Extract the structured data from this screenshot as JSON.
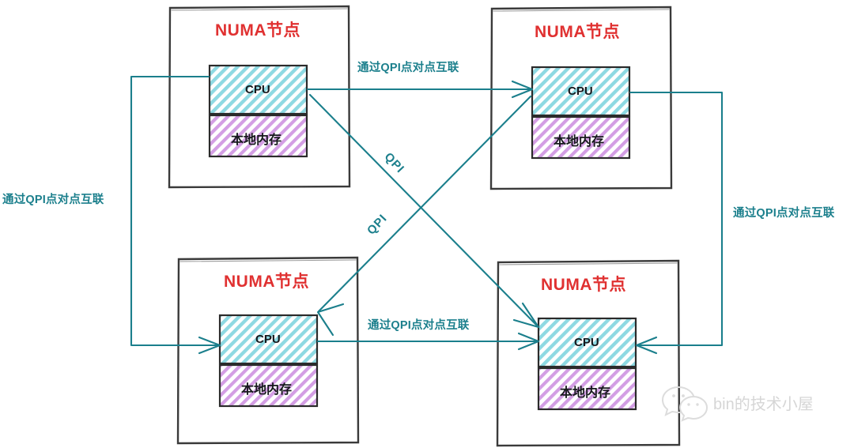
{
  "diagram": {
    "title_text": "NUMA节点",
    "cpu_label": "CPU",
    "memory_label": "本地内存",
    "qpi_short": "QPI",
    "qpi_long": "通过QPI点对点互联",
    "colors": {
      "node_title": "#e03131",
      "cpu_fill": "#7fd5dd",
      "memory_fill": "#c77fd8",
      "link": "#1b7f8c",
      "box_stroke": "#3a3a3a",
      "watermark": "#d6d6d6"
    },
    "nodes": [
      {
        "id": "node-top-left",
        "title": "NUMA节点",
        "cpu": "CPU",
        "memory": "本地内存"
      },
      {
        "id": "node-top-right",
        "title": "NUMA节点",
        "cpu": "CPU",
        "memory": "本地内存"
      },
      {
        "id": "node-bottom-left",
        "title": "NUMA节点",
        "cpu": "CPU",
        "memory": "本地内存"
      },
      {
        "id": "node-bottom-right",
        "title": "NUMA节点",
        "cpu": "CPU",
        "memory": "本地内存"
      }
    ],
    "links": [
      {
        "id": "link-top",
        "label": "通过QPI点对点互联",
        "from": "node-top-left",
        "to": "node-top-right"
      },
      {
        "id": "link-bottom",
        "label": "通过QPI点对点互联",
        "from": "node-bottom-left",
        "to": "node-bottom-right"
      },
      {
        "id": "link-left",
        "label": "通过QPI点对点互联",
        "from": "node-top-left",
        "to": "node-bottom-left"
      },
      {
        "id": "link-right",
        "label": "通过QPI点对点互联",
        "from": "node-top-right",
        "to": "node-bottom-right"
      },
      {
        "id": "link-diagonal-down",
        "label": "QPI",
        "from": "node-top-left",
        "to": "node-bottom-right"
      },
      {
        "id": "link-diagonal-up",
        "label": "QPI",
        "from": "node-top-right",
        "to": "node-bottom-left"
      }
    ]
  },
  "watermark": {
    "icon": "wechat-icon",
    "text": "bin的技术小屋"
  }
}
